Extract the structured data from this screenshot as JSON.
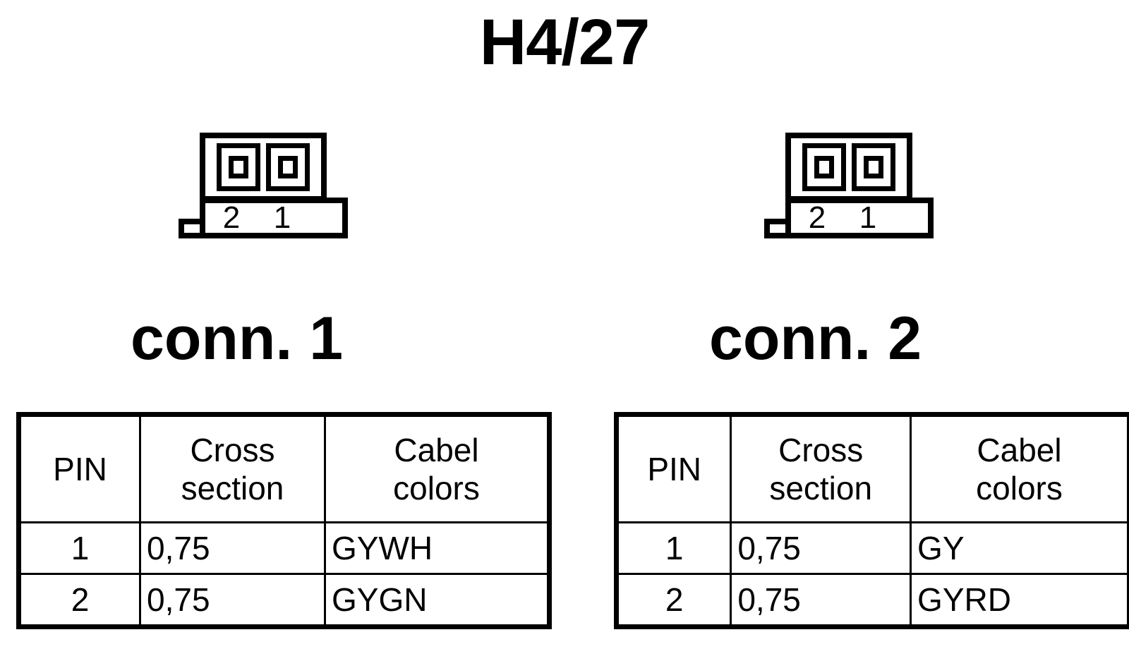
{
  "title": "H4/27",
  "connectors": [
    {
      "symbol_pin_labels": [
        "2",
        "1"
      ],
      "label": "conn. 1",
      "table": {
        "headers": [
          "PIN",
          "Cross section",
          "Cabel colors"
        ],
        "header_lines": [
          [
            "PIN"
          ],
          [
            "Cross",
            "section"
          ],
          [
            "Cabel",
            "colors"
          ]
        ],
        "rows": [
          {
            "pin": "1",
            "cross_section": "0,75",
            "cable_colors": "GYWH"
          },
          {
            "pin": "2",
            "cross_section": "0,75",
            "cable_colors": "GYGN"
          }
        ]
      }
    },
    {
      "symbol_pin_labels": [
        "2",
        "1"
      ],
      "label": "conn. 2",
      "table": {
        "headers": [
          "PIN",
          "Cross section",
          "Cabel colors"
        ],
        "header_lines": [
          [
            "PIN"
          ],
          [
            "Cross",
            "section"
          ],
          [
            "Cabel",
            "colors"
          ]
        ],
        "rows": [
          {
            "pin": "1",
            "cross_section": "0,75",
            "cable_colors": "GY"
          },
          {
            "pin": "2",
            "cross_section": "0,75",
            "cable_colors": "GYRD"
          }
        ]
      }
    }
  ],
  "colors": {
    "ink": "#000000",
    "background": "#ffffff"
  }
}
